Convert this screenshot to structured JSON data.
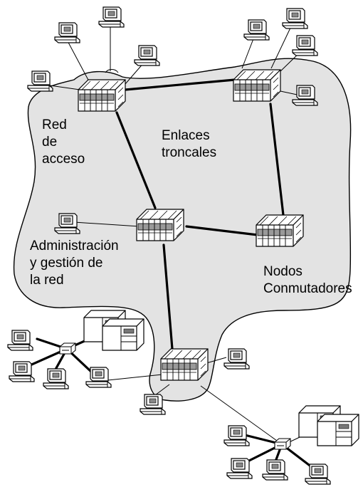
{
  "labels": {
    "access_network": [
      "Red",
      "de",
      "acceso"
    ],
    "trunk_links": [
      "Enlaces",
      "troncales"
    ],
    "management": [
      "Administración",
      "y gestión de",
      "la red"
    ],
    "switching_nodes": [
      "Nodos",
      "Conmutadores"
    ]
  },
  "colors": {
    "cloud_fill": "#e3e3e3",
    "outline": "#000000",
    "background": "#ffffff"
  },
  "icons": {
    "switch": "switch-node-icon",
    "computer": "computer-terminal-icon",
    "hub": "hub-icon",
    "server": "server-rack-icon"
  }
}
